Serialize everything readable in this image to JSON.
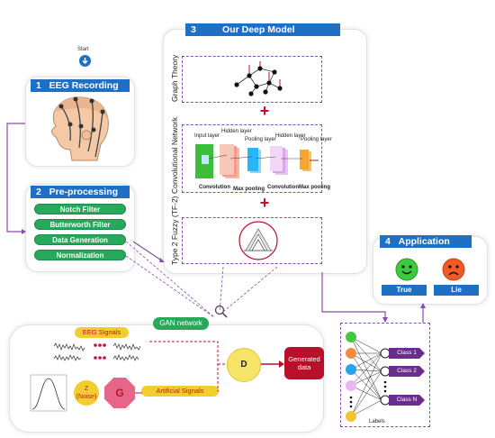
{
  "start": {
    "label": "Start"
  },
  "sections": {
    "eeg_recording": {
      "number": "1",
      "title": "EEG Recording"
    },
    "preprocessing": {
      "number": "2",
      "title": "Pre-processing",
      "steps": [
        "Notch Filter",
        "Butterworth Filter",
        "Data Generation",
        "Normalization"
      ]
    },
    "deep_model": {
      "number": "3",
      "title": "Our Deep Model",
      "graph_label": "Graph Theory",
      "cnn_label": "Convolutional Network",
      "fuzzy_label": "Type 2 Fuzzy (TF-2)",
      "cnn_layers": [
        "Input layer",
        "Hidden layer",
        "Pooling layer",
        "Hidden layer",
        "Pooling layer"
      ],
      "cnn_ops": [
        "Convolution",
        "Max pooling",
        "Convolution",
        "Max pooling"
      ]
    },
    "application": {
      "number": "4",
      "title": "Application",
      "true_label": "True",
      "lie_label": "Lie"
    }
  },
  "gan": {
    "title": "GAN network",
    "eeg_signals": "EEG Signals",
    "noise": "Z\n(Noise)",
    "generator": "G",
    "artificial": "Artificial Signals",
    "discriminator": "D",
    "generated": "Generated data"
  },
  "classifier": {
    "classes": [
      "Class 1",
      "Class 2",
      "Class N"
    ],
    "labels_text": "Labels"
  },
  "colors": {
    "header_blue": "#1f6fc4",
    "pill_green": "#27a85a",
    "dashed_purple": "#8a4ca8",
    "plus_red": "#c8102e",
    "yellow": "#f2cd2e",
    "pink": "#e8658a",
    "dark_red": "#b8102a"
  }
}
